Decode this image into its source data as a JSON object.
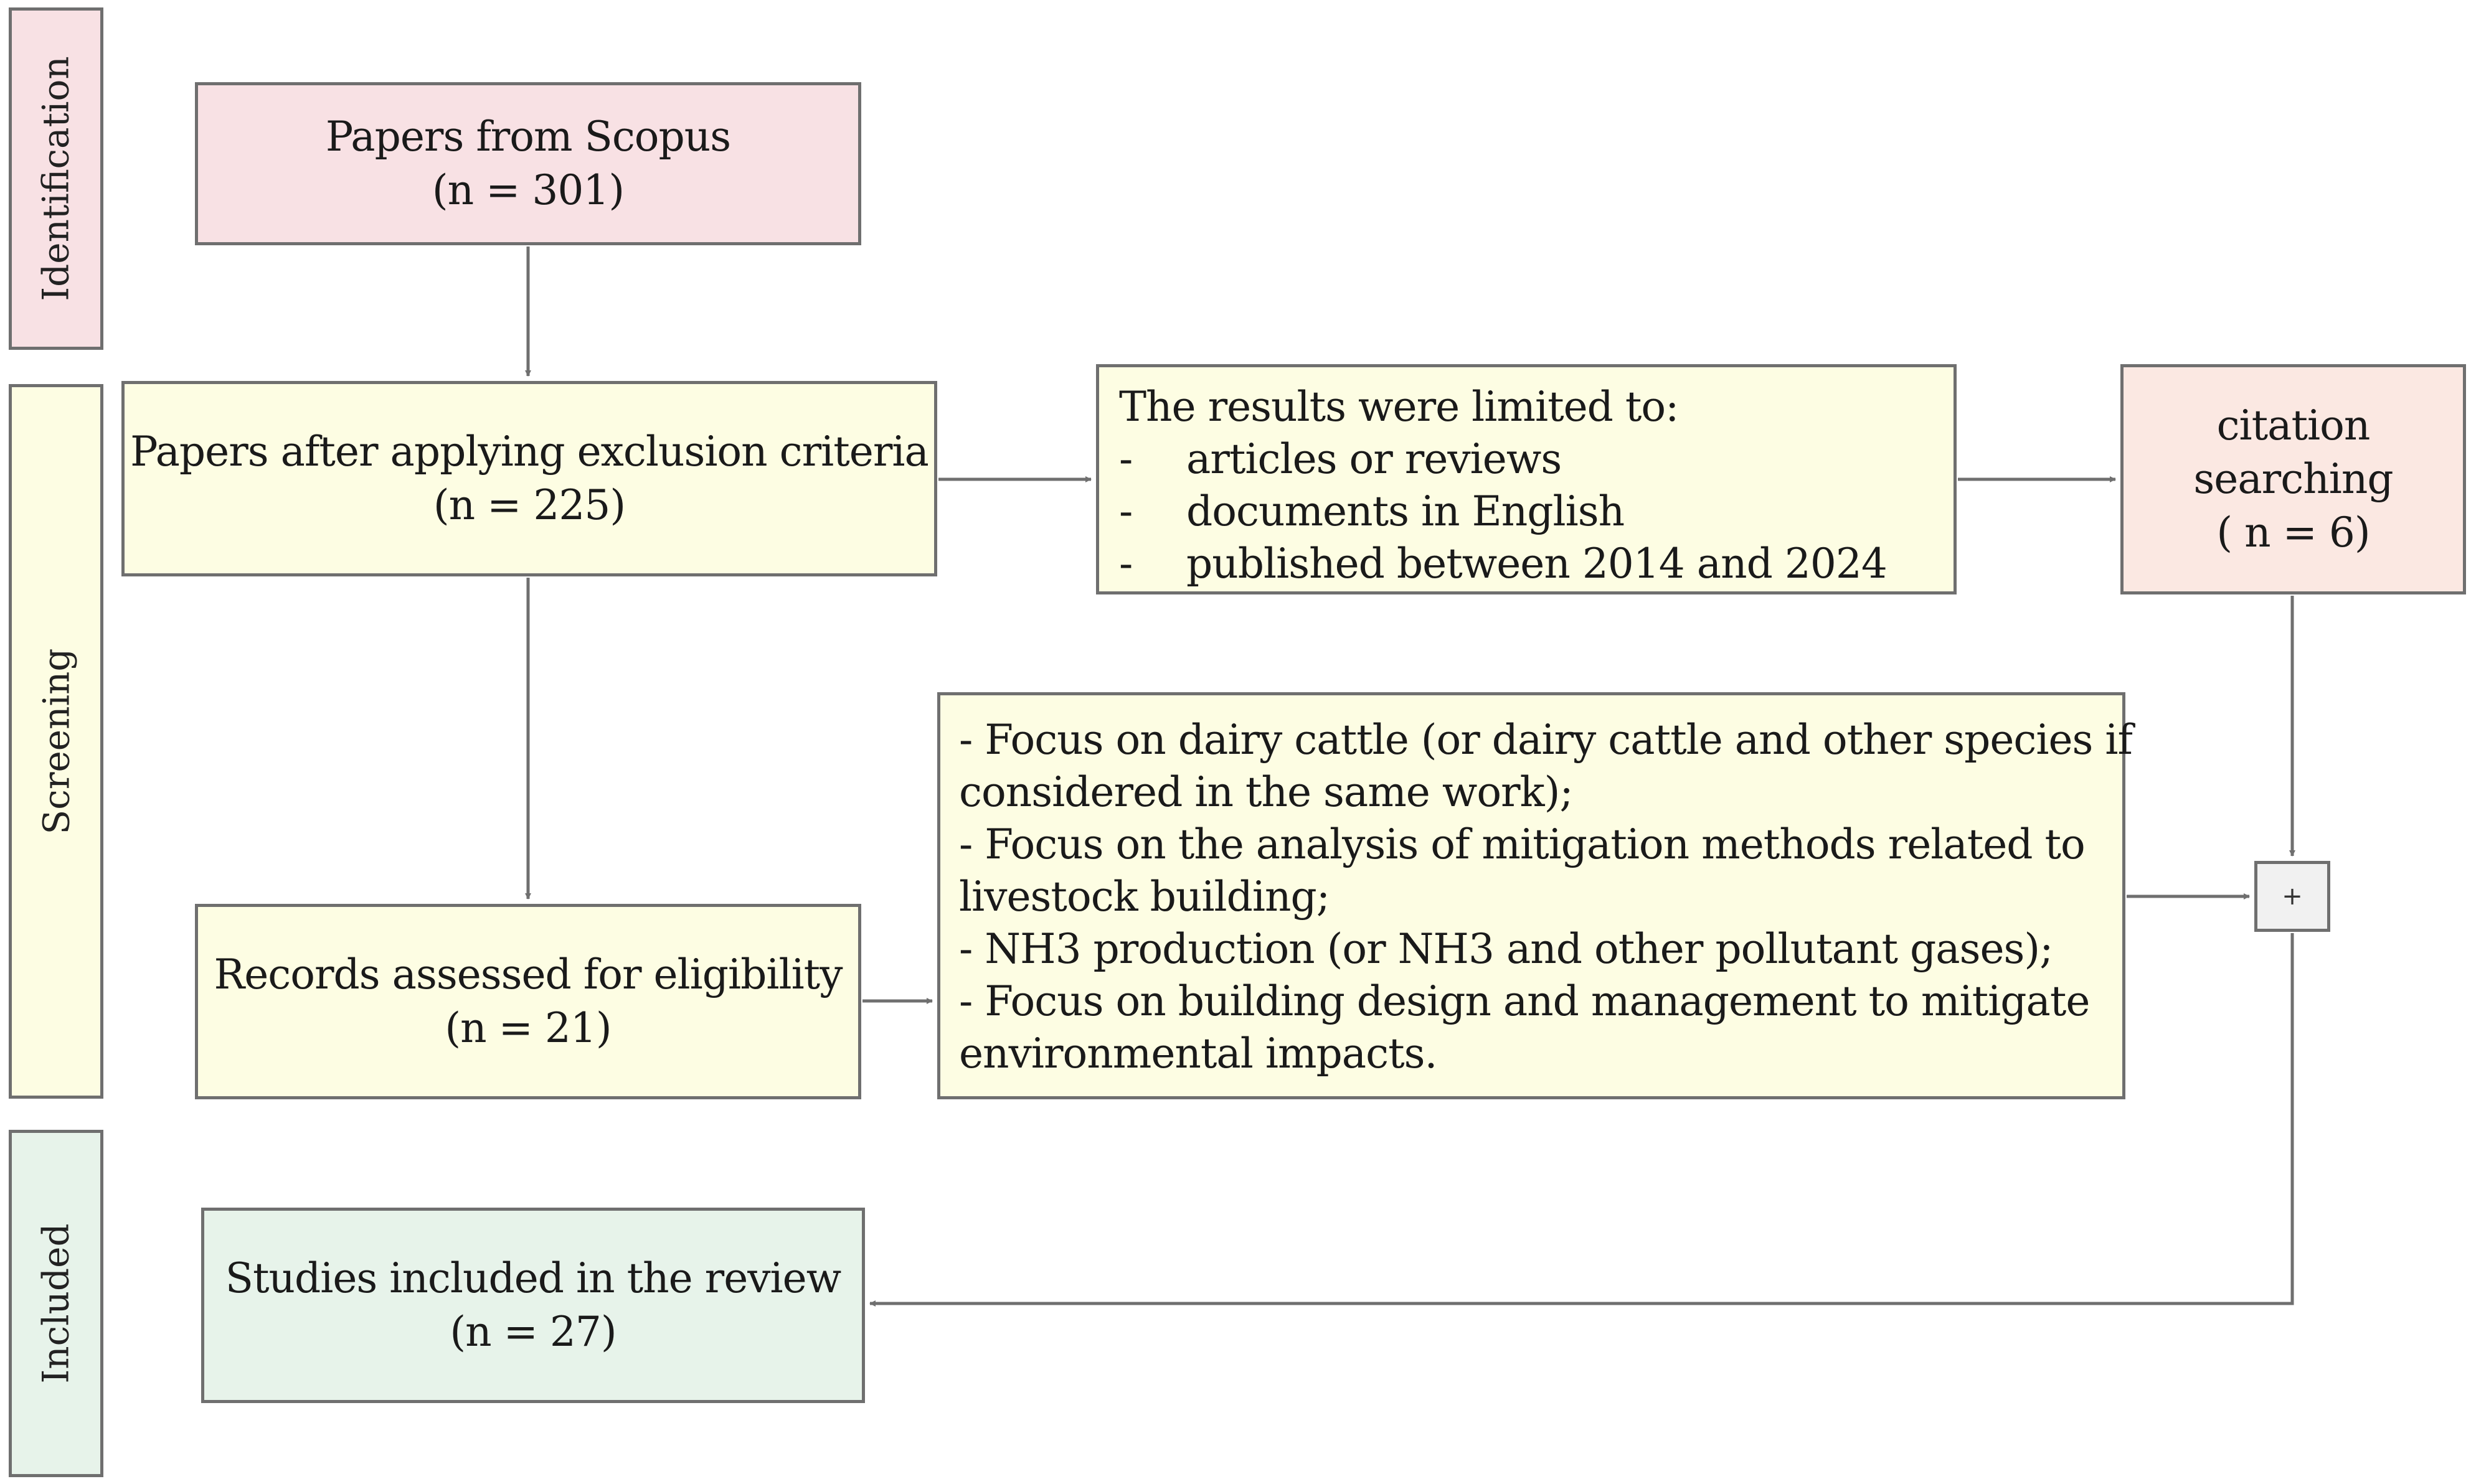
{
  "stages": {
    "identification": "Identification",
    "screening": "Screening",
    "included": "Included"
  },
  "scopus": {
    "title": "Papers from Scopus",
    "count": "(n = 301)"
  },
  "exclusion": {
    "title": "Papers after applying exclusion criteria",
    "count": "(n = 225)"
  },
  "limits": {
    "heading": "The results were limited to:",
    "items": [
      "articles or reviews",
      "documents in English",
      "published between 2014 and 2024"
    ]
  },
  "citation": {
    "line1": "citation",
    "line2": "searching",
    "count": "( n = 6)"
  },
  "eligibility": {
    "title": "Records assessed for eligibility",
    "count": "(n = 21)"
  },
  "criteria": {
    "lines": [
      "- Focus on dairy cattle (or dairy cattle and other species if",
      "considered in the same work);",
      "- Focus on the analysis of mitigation methods related to",
      "livestock building;",
      "- NH3 production (or NH3 and other pollutant gases);",
      "- Focus on building design and management to mitigate",
      "environmental impacts."
    ]
  },
  "merge": {
    "symbol": "+"
  },
  "included": {
    "title": "Studies included in the review",
    "count": "(n = 27)"
  },
  "colors": {
    "border": "#6f6f6f",
    "pink": "#f8e1e4",
    "yellow": "#fdfde3",
    "peach": "#fbe8e2",
    "green": "#e7f3ea"
  }
}
